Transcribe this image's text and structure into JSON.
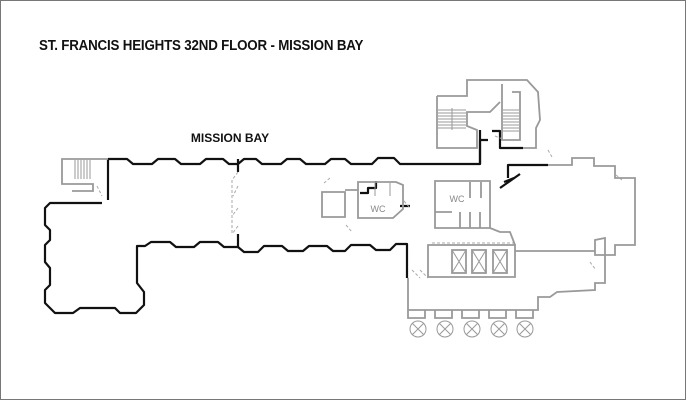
{
  "title": "ST. FRANCIS HEIGHTS 32ND FLOOR - MISSION BAY",
  "room_label": "MISSION BAY",
  "restrooms": [
    {
      "label": "WC"
    },
    {
      "label": "WC"
    }
  ]
}
